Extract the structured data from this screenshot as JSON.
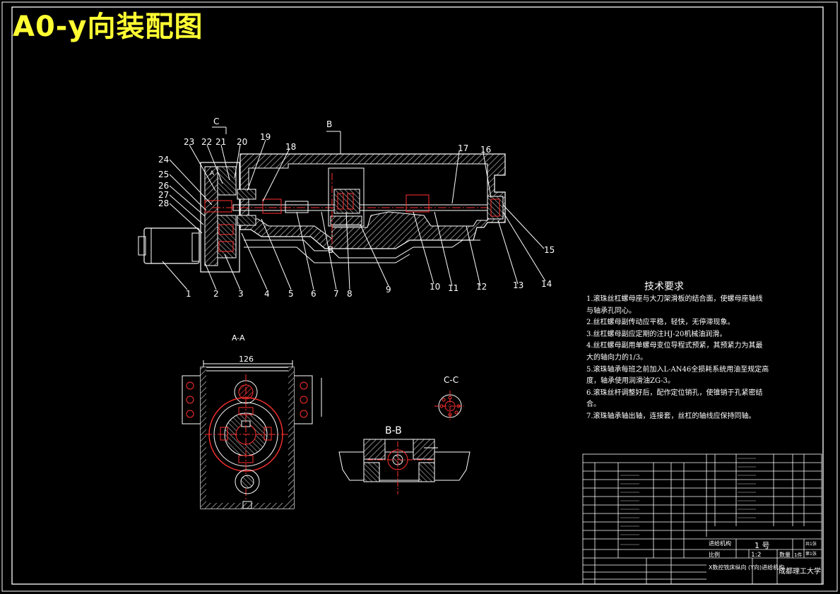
{
  "title": "A0-y向装配图",
  "section_labels": {
    "c": "C",
    "b_top": "B",
    "b_bottom": "B",
    "aa": "A-A",
    "cc": "C-C",
    "bb": "B-B",
    "a_small": "A"
  },
  "dimensions": {
    "width_126": "126"
  },
  "balloons_left": [
    "24",
    "25",
    "26",
    "27",
    "28"
  ],
  "balloons_top": [
    "23",
    "22",
    "21",
    "20",
    "19",
    "18",
    "17",
    "16"
  ],
  "balloons_bottom": [
    "1",
    "2",
    "3",
    "4",
    "5",
    "6",
    "7",
    "8",
    "9",
    "10",
    "11",
    "12",
    "13",
    "14"
  ],
  "balloons_right": [
    "15"
  ],
  "technical_requirements": {
    "heading": "技术要求",
    "items": [
      "1.滚珠丝杠螺母座与大刀架滑板的结合面，使螺母座轴线\n与轴承孔同心。",
      "2.丝杠螺母副传动应平稳，轻快，无停滞现象。",
      "3.丝杠螺母副应定期的注HJ-20机械油润滑。",
      "4.丝杠螺母副用单螺母变位导程式预紧，其预紧力为其最\n大的轴向力的1/3。",
      "5.滚珠轴承每班之前加入L-AN46全损耗系统用油至规定高\n度，轴承使用润滑油ZG-3。",
      "6.滚珠丝杆调整好后，配作定位销孔，使锥销于孔紧密结\n合。",
      "7.滚珠轴承轴出轴，连接套，丝杠的轴线应保持同轴。"
    ]
  },
  "title_block": {
    "school": "成都理工大学",
    "drawing_name": "X数控铣床纵向\n(Y向)进给机构",
    "scale_label": "比例",
    "scale_value": "1:2",
    "qty_label": "数量",
    "qty_value": "1件",
    "sheet_no": "1 号",
    "sheet_total": "共1张",
    "sheet_index": "第1张",
    "mech_label": "进给机构"
  },
  "colors": {
    "line": "#ffffff",
    "red": "#ff2a2a",
    "yellow": "#ffff33",
    "hatch": "#c8c8c8"
  }
}
